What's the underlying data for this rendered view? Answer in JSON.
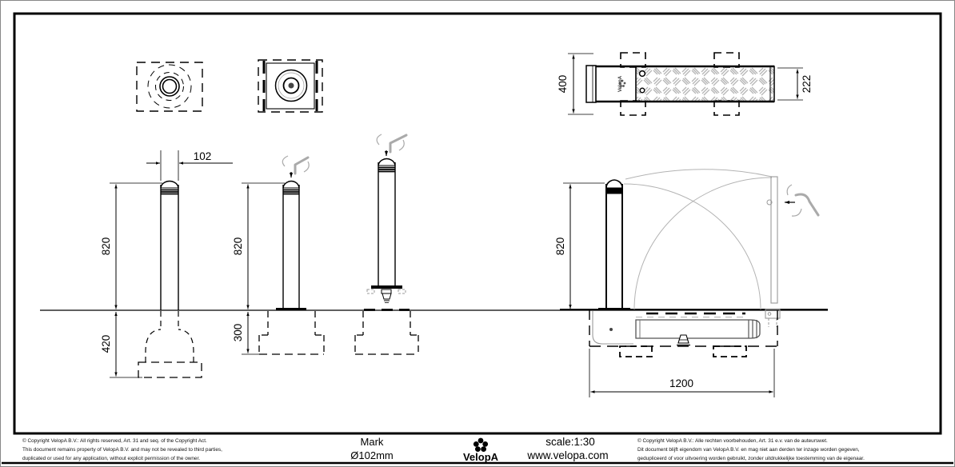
{
  "drawing": {
    "product": {
      "name": "Mark",
      "diameter_label": "Ø102mm"
    },
    "brand": "VelopA",
    "scale_label": "scale:1:30",
    "website": "www.velopa.com",
    "dimensions": {
      "post_diameter": "102",
      "height_above_ground": "820",
      "depth_inground": "420",
      "foundation_depth": "300",
      "plan_overall_width": "400",
      "plate_width": "222",
      "pit_length": "1200"
    },
    "copyright_en": {
      "line1": "©  Copyright VelopA B.V.: All rights reserved, Art. 31 and seq. of the Copyright Act.",
      "line2": "This document remains property of VelopA B.V. and may not be revealed to third parties,",
      "line3": "duplicated or used for any application, without explicit permission of the owner."
    },
    "copyright_nl": {
      "line1": "©  Copyright VelopA B.V.: Alle rechten voorbehouden, Art. 31 e.v. van de auteurswet.",
      "line2": "Dit document blijft eigendom van VelopA B.V. en mag niet aan derden ter inzage worden gegeven,",
      "line3": "gedupliceerd of voor uitvoering worden gebruikt, zonder uitdrukkelijke toestemming van de eigenaar."
    },
    "icons": {
      "release_key": "allen-key-rotate-icon",
      "fold_direction_arrow": "solid-arrow-icon",
      "brand_flower": "velopa-flower-icon"
    },
    "colors": {
      "line": "#000000",
      "ghost": "#b3b3b3",
      "mechanism_gray": "#999999",
      "background": "#ffffff"
    }
  }
}
